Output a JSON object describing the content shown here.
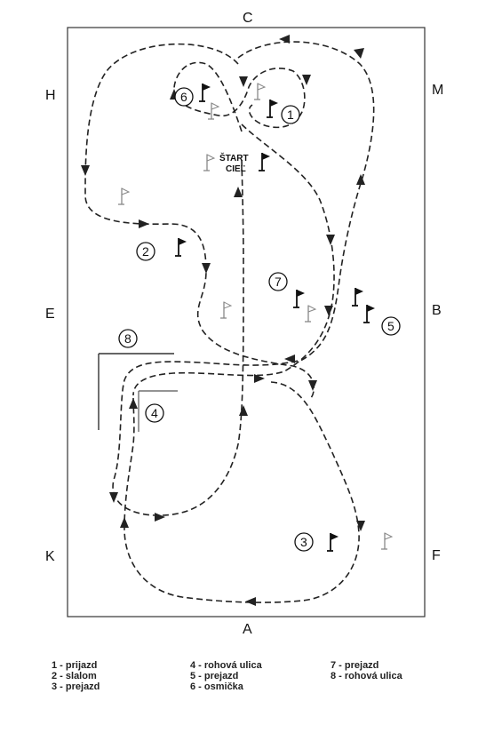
{
  "arena": {
    "letters": {
      "top": "C",
      "bottom": "A",
      "left_upper": "H",
      "left_middle": "E",
      "left_lower": "K",
      "right_upper": "M",
      "right_middle": "B",
      "right_lower": "F"
    },
    "start_label": "ŠTART",
    "finish_label": "CIEĽ"
  },
  "obstacles": {
    "n1": "1",
    "n2": "2",
    "n3": "3",
    "n4": "4",
    "n5": "5",
    "n6": "6",
    "n7": "7",
    "n8": "8"
  },
  "legend": {
    "col1": [
      "1 - prijazd",
      "2 - slalom",
      "3 - prejazd"
    ],
    "col2": [
      "4 - rohová ulica",
      "5 - prejazd",
      "6 - osmička"
    ],
    "col3": [
      "7 - prejazd",
      "8 - rohová ulica"
    ]
  }
}
